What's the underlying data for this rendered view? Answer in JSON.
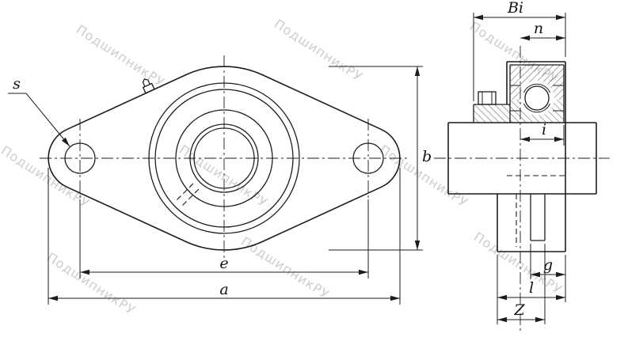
{
  "drawing": {
    "watermark": "ПодшипникРУ",
    "labels": {
      "s": "s",
      "b": "b",
      "e": "e",
      "a": "a",
      "Bi": "Bi",
      "n": "n",
      "i": "i",
      "g": "g",
      "l": "l",
      "Z": "Z"
    },
    "colors": {
      "line": "#1c1c1c",
      "watermark": "#c5c5c5",
      "background": "#ffffff"
    }
  }
}
